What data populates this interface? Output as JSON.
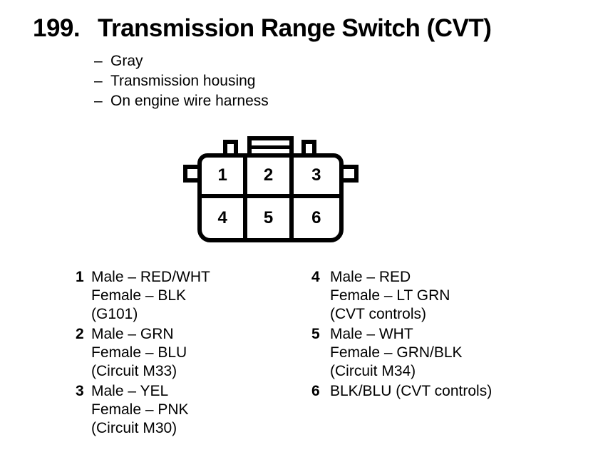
{
  "page": {
    "item_number": "199.",
    "title": "Transmission Range Switch (CVT)",
    "bullet_char": "–",
    "attributes": [
      "Gray",
      "Transmission housing",
      "On engine wire harness"
    ]
  },
  "connector": {
    "pins": [
      "1",
      "2",
      "3",
      "4",
      "5",
      "6"
    ]
  },
  "legend": {
    "left": [
      {
        "pin": "1",
        "lines": [
          "Male – RED/WHT",
          "Female – BLK",
          "(G101)"
        ]
      },
      {
        "pin": "2",
        "lines": [
          "Male – GRN",
          "Female – BLU",
          "(Circuit M33)"
        ]
      },
      {
        "pin": "3",
        "lines": [
          "Male – YEL",
          "Female – PNK",
          "(Circuit M30)"
        ]
      }
    ],
    "right": [
      {
        "pin": "4",
        "lines": [
          "Male – RED",
          "Female – LT GRN",
          "(CVT controls)"
        ]
      },
      {
        "pin": "5",
        "lines": [
          "Male – WHT",
          "Female – GRN/BLK",
          "(Circuit M34)"
        ]
      },
      {
        "pin": "6",
        "lines": [
          "BLK/BLU (CVT controls)"
        ]
      }
    ]
  },
  "colors": {
    "ink": "#000000",
    "paper": "#ffffff"
  }
}
